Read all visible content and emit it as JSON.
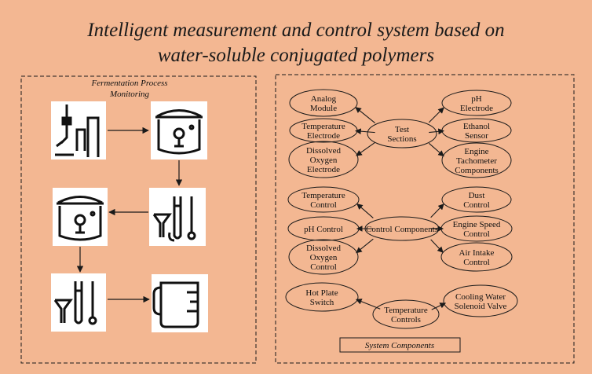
{
  "title_line1": "Intelligent measurement and control system based on",
  "title_line2": "water-soluble conjugated polymers",
  "left_panel": {
    "title_line1": "Fermentation Process",
    "title_line2": "Monitoring"
  },
  "right_panel": {
    "footer_label": "System Components",
    "test": {
      "hub": [
        "Test",
        "Sections"
      ],
      "nodes": [
        [
          "Analog",
          "Module"
        ],
        [
          "Temperature",
          "Electrode"
        ],
        [
          "Dissolved",
          "Oxygen",
          "Electrode"
        ],
        [
          "pH",
          "Electrode"
        ],
        [
          "Ethanol",
          "Sensor"
        ],
        [
          "Engine",
          "Tachometer",
          "Components"
        ]
      ]
    },
    "control": {
      "hub": [
        "Control Components"
      ],
      "nodes": [
        [
          "Temperature",
          "Control"
        ],
        [
          "pH Control"
        ],
        [
          "Dissolved",
          "Oxygen",
          "Control"
        ],
        [
          "Dust",
          "Control"
        ],
        [
          "Engine Speed",
          "Control"
        ],
        [
          "Air Intake",
          "Control"
        ]
      ]
    },
    "temp": {
      "hub": [
        "Temperature",
        "Controls"
      ],
      "nodes": [
        [
          "Hot Plate",
          "Switch"
        ],
        [
          "Cooling Water",
          "Solenoid Valve"
        ]
      ]
    }
  },
  "colors": {
    "background": "#f3b792",
    "stroke": "#1a1a1a"
  },
  "icons": [
    "beer-tap-icon",
    "fermenter-icon",
    "lab-tools-icon",
    "fermenter-icon",
    "lab-tools-icon",
    "measuring-jug-icon"
  ]
}
